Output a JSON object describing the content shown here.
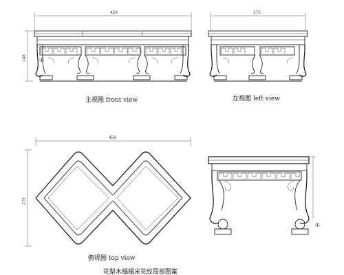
{
  "views": {
    "front": {
      "label": "主视图  front view",
      "width_dim": "450",
      "height_dim": "140",
      "marker": "①"
    },
    "left": {
      "label": "左视图  left view",
      "width_dim": "275"
    },
    "top": {
      "label": "俯视图  top view",
      "width_dim": "450",
      "height_dim": "275"
    },
    "detail": {
      "marker": "①"
    }
  },
  "footer": {
    "caption": "花梨木榻榻米花纹局部图案"
  }
}
